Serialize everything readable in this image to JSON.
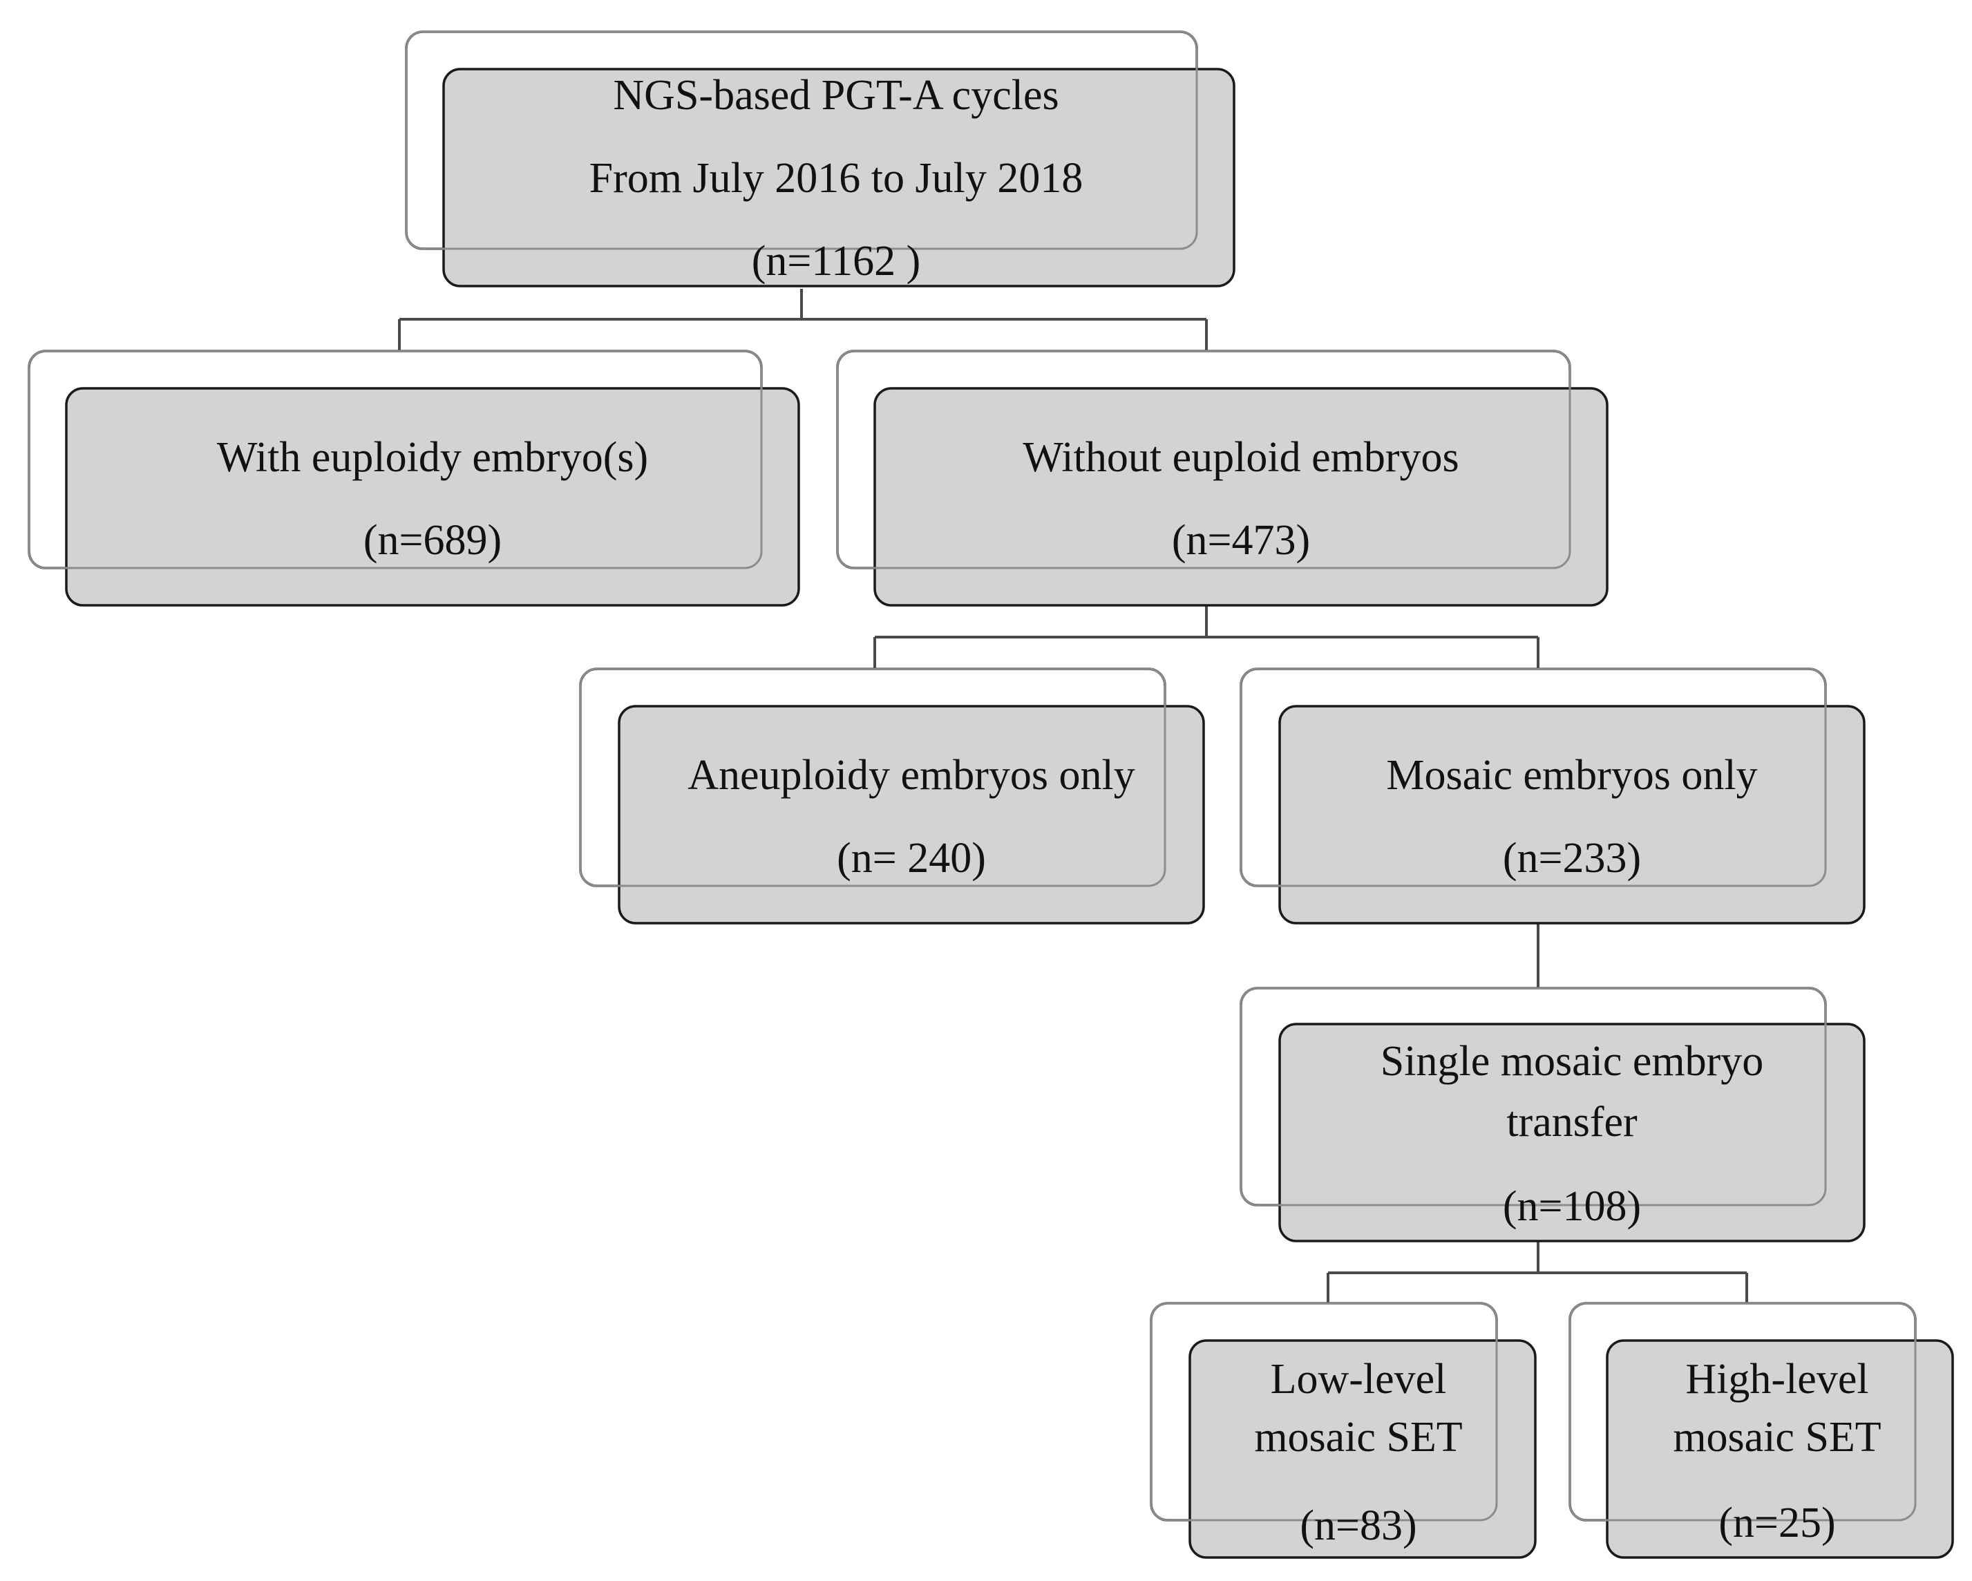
{
  "nodes": {
    "root": {
      "lines": [
        "NGS-based PGT-A cycles",
        "From July 2016 to July 2018"
      ],
      "count": "(n=1162 )"
    },
    "with": {
      "lines": [
        "With euploidy embryo(s)"
      ],
      "count": "(n=689)"
    },
    "without": {
      "lines": [
        "Without euploid embryos"
      ],
      "count": "(n=473)"
    },
    "aneu": {
      "lines": [
        "Aneuploidy embryos only"
      ],
      "count": "(n= 240)"
    },
    "mosaic": {
      "lines": [
        "Mosaic embryos only"
      ],
      "count": "(n=233)"
    },
    "single": {
      "lines": [
        "Single mosaic embryo",
        "transfer"
      ],
      "count": "(n=108)"
    },
    "low": {
      "lines": [
        "Low-level",
        "mosaic SET"
      ],
      "count": "(n=83)"
    },
    "high": {
      "lines": [
        "High-level",
        "mosaic SET"
      ],
      "count": "(n=25)"
    }
  },
  "edges": [
    [
      "root",
      "with"
    ],
    [
      "root",
      "without"
    ],
    [
      "without",
      "aneu"
    ],
    [
      "without",
      "mosaic"
    ],
    [
      "mosaic",
      "single"
    ],
    [
      "single",
      "low"
    ],
    [
      "single",
      "high"
    ]
  ],
  "colors": {
    "box_fill": "#d3d3d3",
    "line": "#1a1a1a"
  }
}
